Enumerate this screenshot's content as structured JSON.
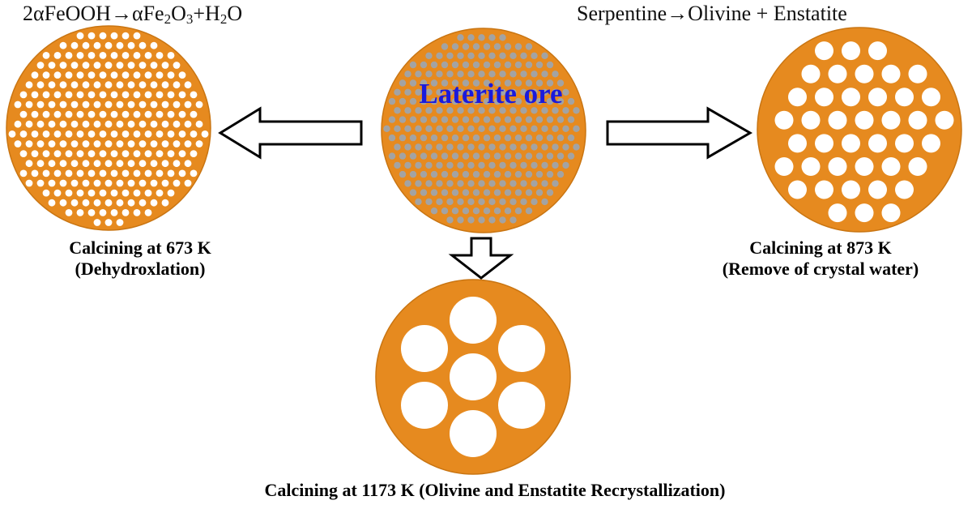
{
  "equations": {
    "left": {
      "p1": "2αFeOOH→αFe",
      "s1": "2",
      "p2": "O",
      "s2": "3",
      "p3": "+H",
      "s3": "2",
      "p4": "O"
    },
    "right": "Serpentine→Olivine + Enstatite"
  },
  "center": {
    "label": "Laterite ore"
  },
  "captions": {
    "left_line1": "Calcining at 673 K",
    "left_line2": "(Dehydroxlation)",
    "right_line1": "Calcining at 873 K",
    "right_line2": "(Remove of crystal water)",
    "bottom": "Calcining at 1173 K (Olivine and Enstatite Recrystallization)"
  },
  "colors": {
    "particle": "#E68A1F",
    "particle_stroke": "#C97512",
    "pore": "#ffffff",
    "ore_dot": "#A3A3A3",
    "label": "#1a1adc",
    "arrow_stroke": "#000000"
  }
}
